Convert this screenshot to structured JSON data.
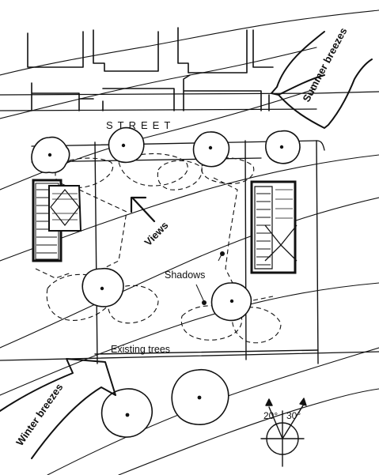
{
  "labels": {
    "street": "STREET",
    "views": "Views",
    "shadows": "Shadows",
    "existing_trees": "Existing trees",
    "summer_breezes": "Summer breezes",
    "winter_breezes": "Winter breezes"
  },
  "sun_angles": {
    "left": "20°",
    "right": "30°"
  },
  "colors": {
    "ink": "#111111",
    "background": "#ffffff"
  }
}
